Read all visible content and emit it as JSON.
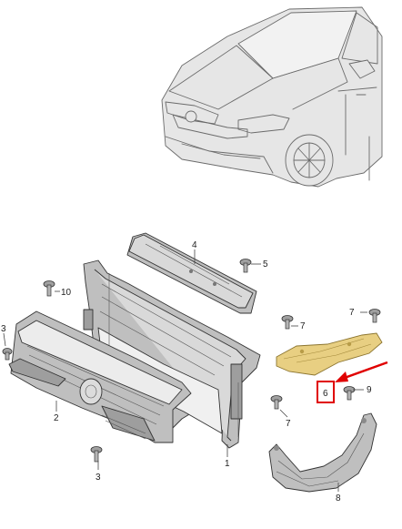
{
  "callouts": {
    "c1": "1",
    "c2": "2",
    "c3a": "3",
    "c3b": "3",
    "c4": "4",
    "c5": "5",
    "c6": "6",
    "c7a": "7",
    "c7b": "7",
    "c7c": "7",
    "c8": "8",
    "c9": "9",
    "c10": "10"
  },
  "colors": {
    "highlight_part": "#e8cf82",
    "highlight_box": "#e00000",
    "arrow": "#e00000"
  }
}
